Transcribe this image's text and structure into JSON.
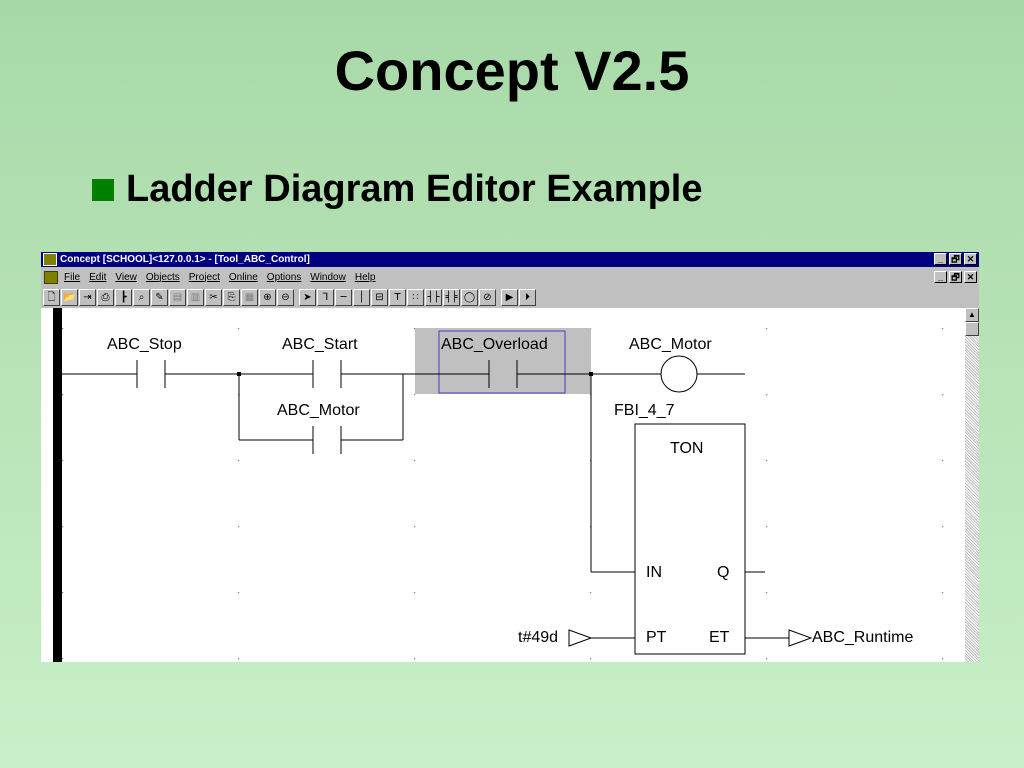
{
  "slide": {
    "title": "Concept V2.5",
    "bullet": "Ladder Diagram Editor Example",
    "bullet_color": "#008000"
  },
  "window": {
    "title": "Concept [SCHOOL]<127.0.0.1> - [Tool_ABC_Control]",
    "titlebar_color": "#000080",
    "controls": [
      "_",
      "🗗",
      "✕"
    ]
  },
  "menu": {
    "items": [
      "File",
      "Edit",
      "View",
      "Objects",
      "Project",
      "Online",
      "Options",
      "Window",
      "Help"
    ]
  },
  "toolbar": {
    "icons": [
      {
        "name": "new-icon",
        "glyph": "🗋"
      },
      {
        "name": "open-icon",
        "glyph": "📂"
      },
      {
        "name": "save-icon",
        "glyph": "⇥"
      },
      {
        "name": "print-icon",
        "glyph": "⎙"
      },
      {
        "name": "tree-icon",
        "glyph": "┣"
      },
      {
        "name": "find-icon",
        "glyph": "⌕"
      },
      {
        "name": "edit-icon",
        "glyph": "✎"
      },
      {
        "name": "doc-disabled-icon",
        "glyph": "▤"
      },
      {
        "name": "doc2-disabled-icon",
        "glyph": "▥"
      },
      {
        "name": "cut-icon",
        "glyph": "✂"
      },
      {
        "name": "copy-icon",
        "glyph": "⎘"
      },
      {
        "name": "paste-icon",
        "glyph": "▦"
      },
      {
        "name": "zoom-in-icon",
        "glyph": "⊕"
      },
      {
        "name": "zoom-out-icon",
        "glyph": "⊖"
      },
      {
        "name": "select-icon",
        "glyph": "➤"
      },
      {
        "name": "link-icon",
        "glyph": "⅂"
      },
      {
        "name": "horizontal-link-icon",
        "glyph": "─"
      },
      {
        "name": "vertical-link-icon",
        "glyph": "│"
      },
      {
        "name": "ffb-icon",
        "glyph": "⊟"
      },
      {
        "name": "text-icon",
        "glyph": "T"
      },
      {
        "name": "variables-icon",
        "glyph": "∷"
      },
      {
        "name": "no-contact-icon",
        "glyph": "┤├"
      },
      {
        "name": "nc-contact-icon",
        "glyph": "╡╞"
      },
      {
        "name": "coil-icon",
        "glyph": "◯"
      },
      {
        "name": "neg-coil-icon",
        "glyph": "⊘"
      },
      {
        "name": "run-icon",
        "glyph": "▶"
      },
      {
        "name": "step-icon",
        "glyph": "⏵"
      }
    ]
  },
  "ladder": {
    "contact_stop": "ABC_Stop",
    "contact_start": "ABC_Start",
    "contact_overload": "ABC_Overload",
    "contact_motor_seal": "ABC_Motor",
    "coil_motor": "ABC_Motor",
    "block_instance": "FBI_4_7",
    "block_type": "TON",
    "pin_in": "IN",
    "pin_q": "Q",
    "pin_pt": "PT",
    "pin_et": "ET",
    "pt_value": "t#49d",
    "et_output": "ABC_Runtime"
  }
}
